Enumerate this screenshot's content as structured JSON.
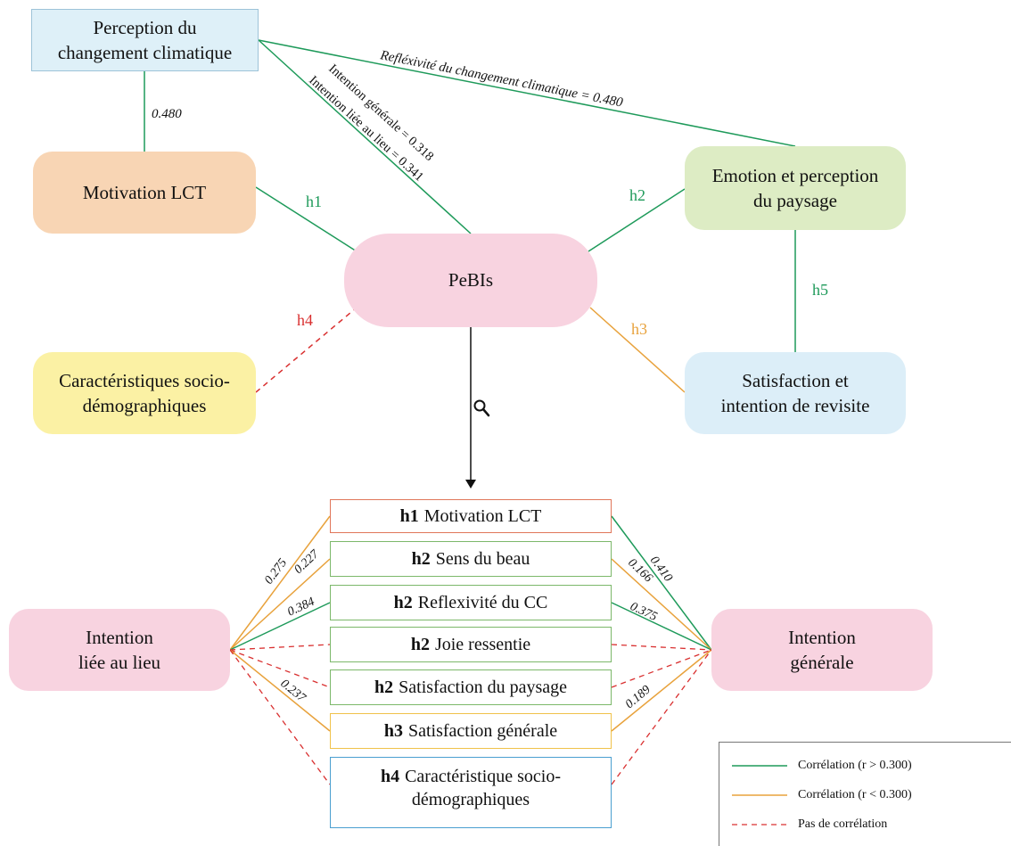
{
  "nodes": {
    "perception": "Perception du\nchangement climatique",
    "motivation": "Motivation LCT",
    "pebis": "PeBIs",
    "emotion": "Emotion et perception\ndu paysage",
    "satisfaction": "Satisfaction et\nintention de revisite",
    "socio": "Caractéristiques socio-\ndémographiques",
    "intention_lieu": "Intention\nliée au lieu",
    "intention_generale": "Intention\ngénérale"
  },
  "labels": {
    "h1": "h1",
    "h2": "h2",
    "h3": "h3",
    "h4": "h4",
    "h5": "h5",
    "v0480": "0.480",
    "reflexivite": "Refléxivité du changement climatique = 0.480",
    "intention_generale_318": "Intention générale = 0.318",
    "intention_lieu_341": "Intention liée au lieu = 0.341"
  },
  "magnifier_icon": "magnifying-glass-icon",
  "boxes": [
    {
      "h": "h1",
      "text": "Motivation LCT",
      "color": "#e0765a"
    },
    {
      "h": "h2",
      "text": "Sens du beau",
      "color": "#7cb86a"
    },
    {
      "h": "h2",
      "text": "Reflexivité du CC",
      "color": "#7cb86a"
    },
    {
      "h": "h2",
      "text": "Joie ressentie",
      "color": "#7cb86a"
    },
    {
      "h": "h2",
      "text": "Satisfaction du paysage",
      "color": "#7cb86a"
    },
    {
      "h": "h3",
      "text": "Satisfaction générale",
      "color": "#f0c24a"
    },
    {
      "h": "h4",
      "text": "Caractéristique socio-\ndémographiques",
      "color": "#4a9fd0"
    }
  ],
  "coefficients": {
    "left_275": "0.275",
    "left_227": "0.227",
    "left_384": "0.384",
    "left_237": "0.237",
    "right_410": "0.410",
    "right_166": "0.166",
    "right_375": "0.375",
    "right_189": "0.189"
  },
  "legend": [
    {
      "label": "Corrélation (r > 0.300)",
      "style": "solid",
      "color": "#1e9a5a"
    },
    {
      "label": "Corrélation (r < 0.300)",
      "style": "solid",
      "color": "#e8a23c"
    },
    {
      "label": "Pas de corrélation",
      "style": "dashed",
      "color": "#d93030"
    }
  ],
  "colors": {
    "green": "#1e9a5a",
    "orange": "#e8a23c",
    "red": "#d93030"
  }
}
